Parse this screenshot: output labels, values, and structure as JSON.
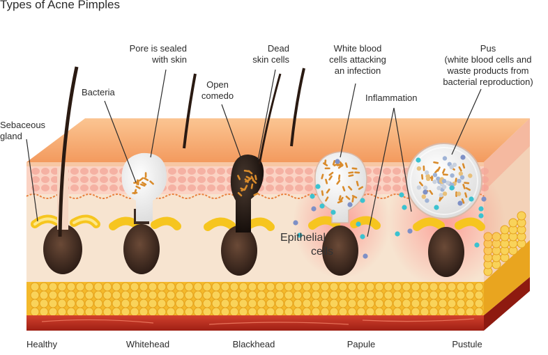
{
  "title": "Types of Acne Pimples",
  "labels": {
    "sebaceous_gland": "Sebaceous\ngland",
    "bacteria": "Bacteria",
    "pore_sealed": "Pore is sealed\nwith skin",
    "open_comedo": "Open\ncomedo",
    "dead_skin": "Dead\nskin cells",
    "white_blood": "White blood\ncells attacking\nan infection",
    "inflammation": "Inflammation",
    "pus": "Pus\n(white blood cells and\nwaste products from\nbacterial reproduction)",
    "epithelial_1": "Epithelial",
    "epithelial_2": "cells"
  },
  "stages": [
    "Healthy",
    "Whitehead",
    "Blackhead",
    "Papule",
    "Pustule"
  ],
  "colors": {
    "skin_top": "#f7b07a",
    "skin_front": "#f6e0cd",
    "fat": "#f2c23c",
    "muscle": "#b5271b",
    "hair": "#3b2a22",
    "gland": "#f7d23b",
    "bacteria": "#d98b2b",
    "wbc": "#3bc2d0"
  }
}
